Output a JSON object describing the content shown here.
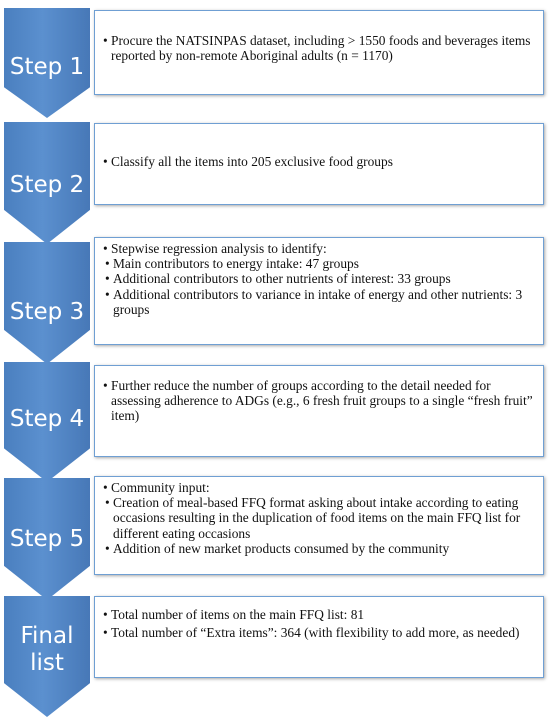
{
  "steps": [
    {
      "label": "Step 1",
      "items": [
        "Procure the NATSINPAS dataset, including > 1550 foods and beverages items reported by non-remote Aboriginal adults (n = 1170)"
      ]
    },
    {
      "label": "Step 2",
      "items": [
        "Classify all the items into 205 exclusive food groups"
      ]
    },
    {
      "label": "Step 3",
      "items": [
        "Stepwise regression analysis to identify:"
      ],
      "subitems": [
        "Main contributors to energy intake: 47 groups",
        "Additional contributors to other nutrients of interest: 33 groups",
        "Additional contributors to variance in intake of energy and other nutrients: 3 groups"
      ]
    },
    {
      "label": "Step 4",
      "items": [
        "Further reduce the number of groups according to the detail needed for assessing adherence to ADGs (e.g., 6 fresh fruit groups to a single “fresh fruit” item)"
      ]
    },
    {
      "label": "Step 5",
      "items": [
        "Community input:"
      ],
      "subitems": [
        "Creation of meal-based FFQ format asking about intake according to eating occasions resulting in the duplication of food items on the main FFQ list for different eating occasions",
        "Addition of new market products consumed by the community"
      ]
    },
    {
      "label": "Final list",
      "items": [
        "Total number of items on the main FFQ list: 81",
        "Total number of “Extra items”: 364 (with flexibility to add more, as needed)"
      ]
    }
  ]
}
